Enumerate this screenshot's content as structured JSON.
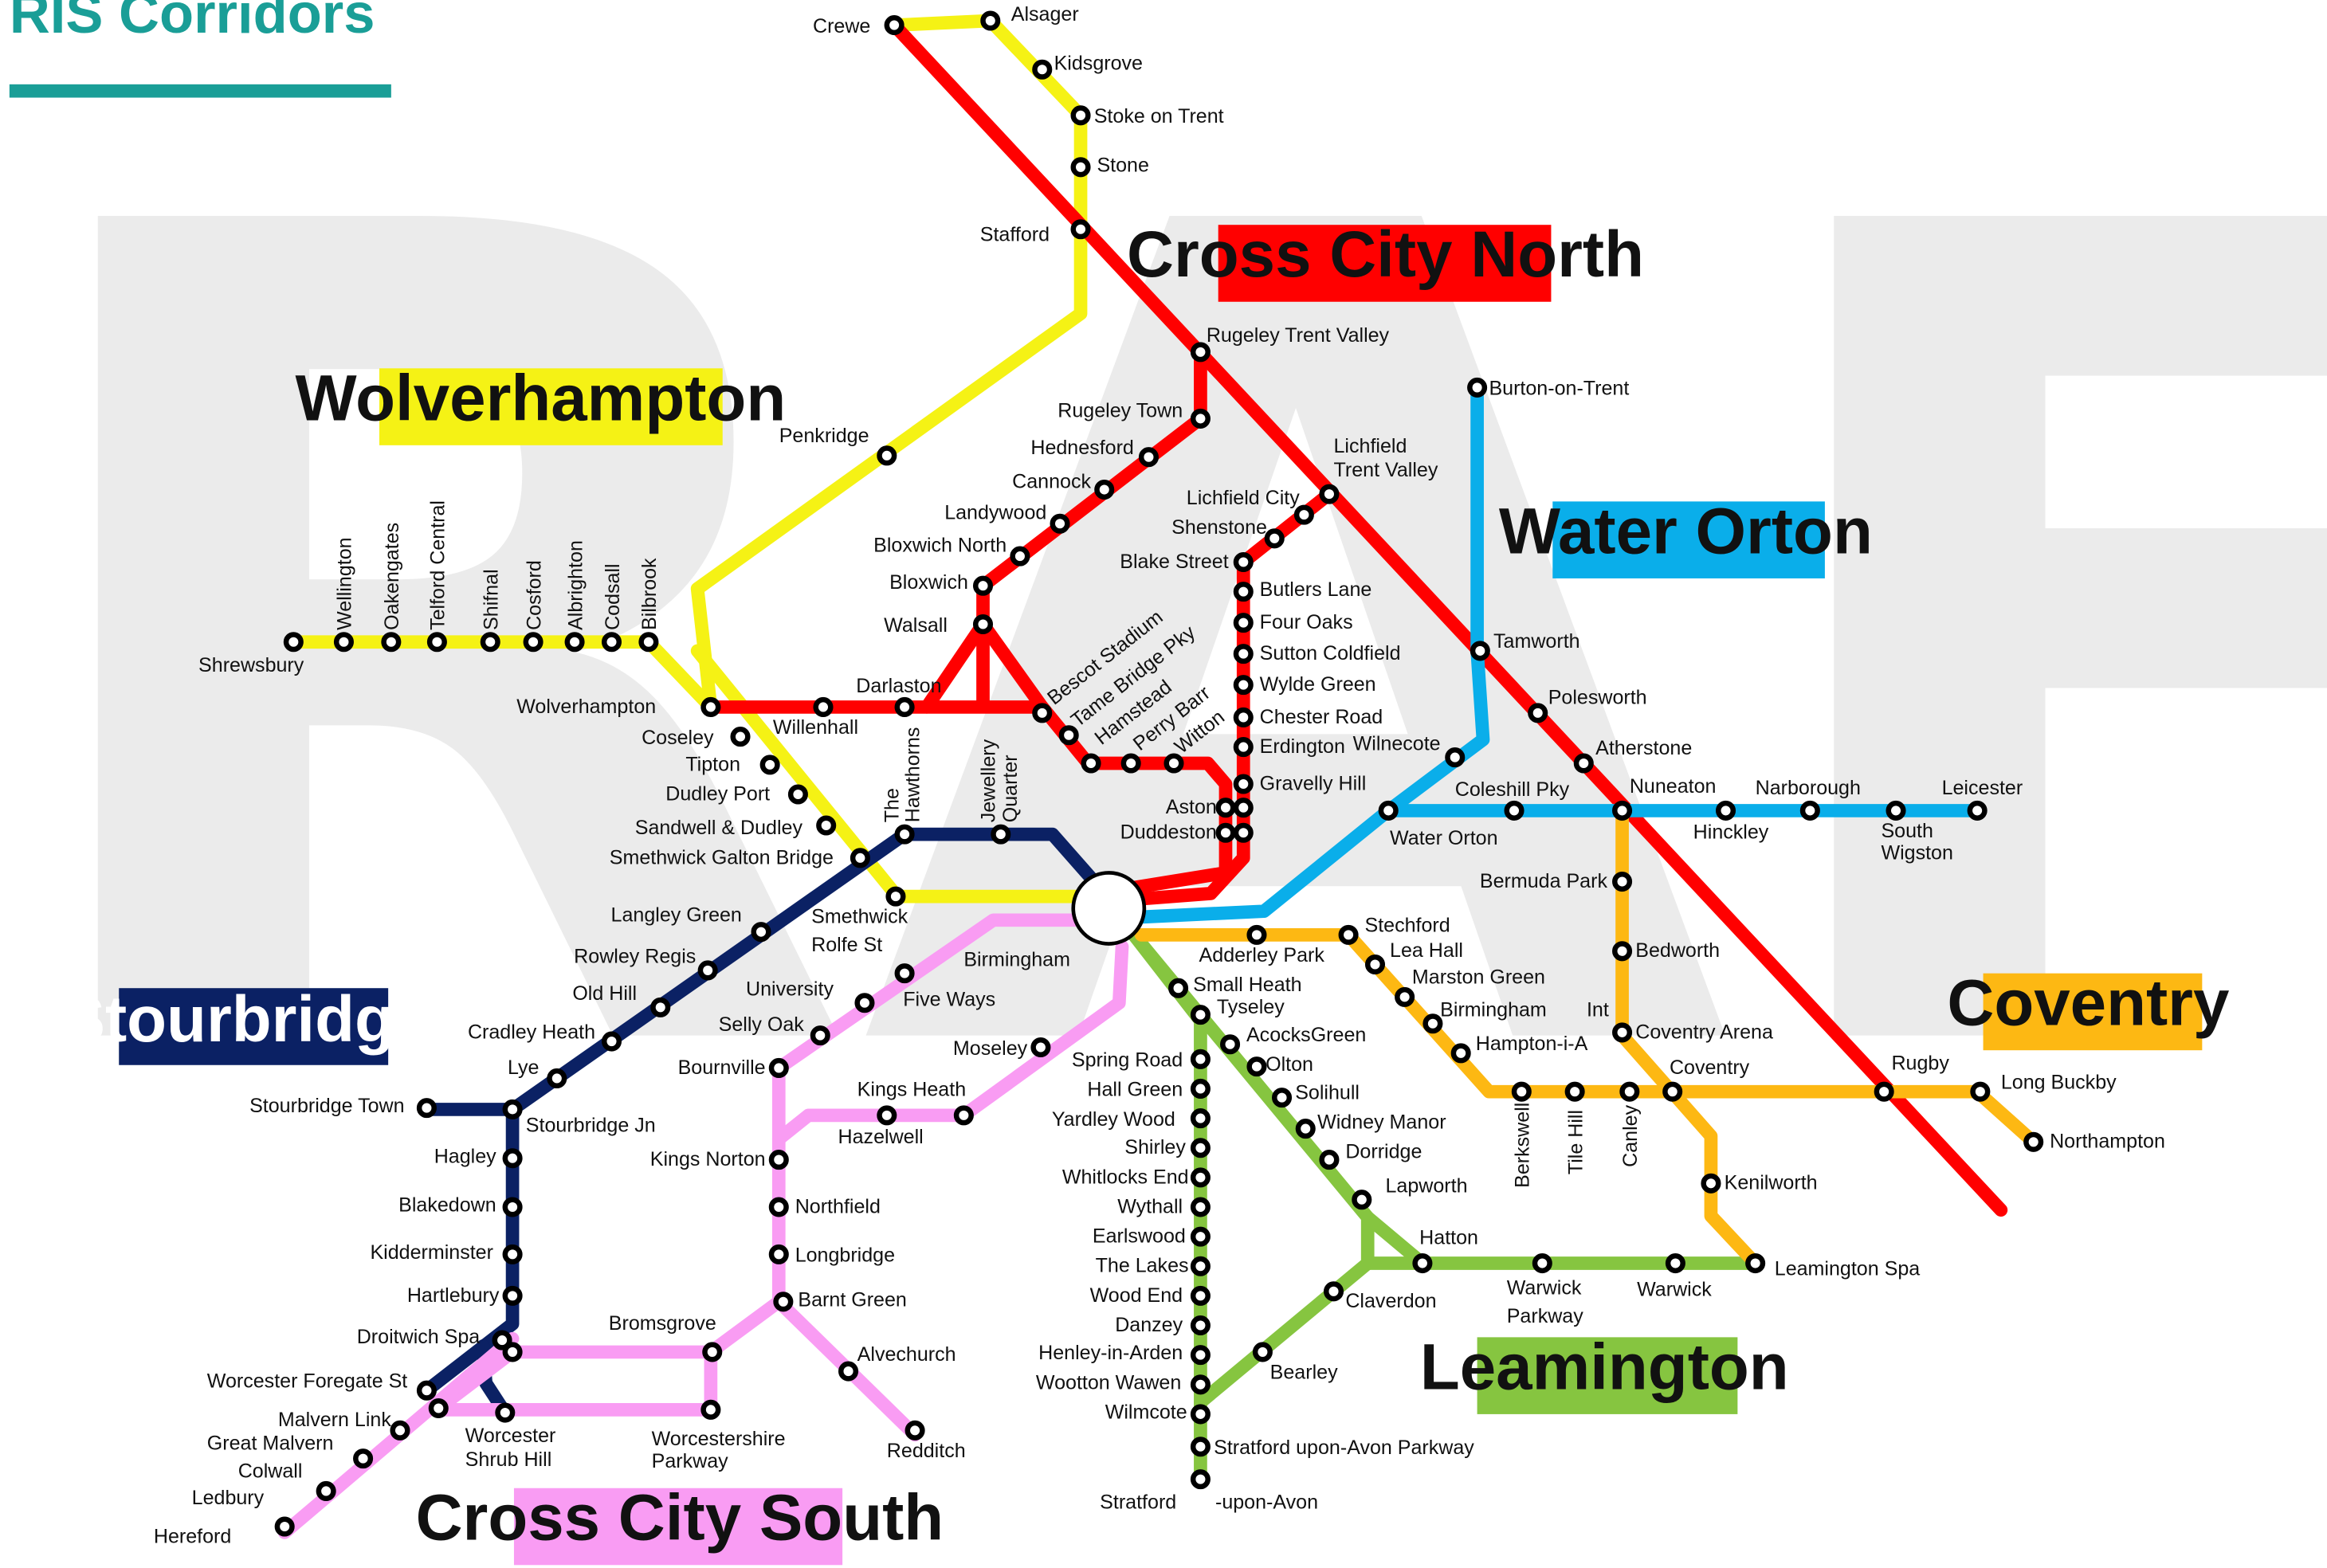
{
  "header": {
    "title": "RIS Corridors"
  },
  "watermark": "DRAFT",
  "colors": {
    "title": "#1a9e97",
    "yellow": "#f5f215",
    "red": "#ff0000",
    "blue": "#0aaeea",
    "navy": "#0b2164",
    "pink": "#f99cf3",
    "green": "#86c540",
    "orange": "#fdb813"
  },
  "corridors": {
    "cross_city_north": "Cross City North",
    "wolverhampton": "Wolverhampton",
    "water_orton": "Water Orton",
    "stourbridge": "Stourbridge",
    "coventry": "Coventry",
    "leamington": "Leamington",
    "cross_city_south": "Cross City South"
  },
  "stations": {
    "crewe": "Crewe",
    "alsager": "Alsager",
    "kidsgrove": "Kidsgrove",
    "stoke": "Stoke on Trent",
    "stone": "Stone",
    "stafford": "Stafford",
    "penkridge": "Penkridge",
    "rugeley_tv": "Rugeley Trent Valley",
    "rugeley_town": "Rugeley Town",
    "hednesford": "Hednesford",
    "cannock": "Cannock",
    "landywood": "Landywood",
    "bloxwich_north": "Bloxwich North",
    "bloxwich": "Bloxwich",
    "walsall": "Walsall",
    "darlaston": "Darlaston",
    "willenhall": "Willenhall",
    "wolverhampton": "Wolverhampton",
    "lichfield_tv1": "Lichfield",
    "lichfield_tv2": "Trent Valley",
    "lichfield_city": "Lichfield City",
    "shenstone": "Shenstone",
    "blake_street": "Blake Street",
    "butlers_lane": "Butlers Lane",
    "four_oaks": "Four Oaks",
    "sutton_coldfield": "Sutton Coldfield",
    "wylde_green": "Wylde  Green",
    "chester_road": "Chester Road",
    "erdington": "Erdington",
    "wilnecote": "Wilnecote",
    "gravelly_hill": "Gravelly Hill",
    "aston": "Aston",
    "duddeston": "Duddeston",
    "bescot": "Bescot Stadium",
    "tame_bridge": "Tame Bridge Pky",
    "hamstead": "Hamstead",
    "perry_barr": "Perry Barr",
    "witton": "Witton",
    "burton": "Burton-on-Trent",
    "tamworth": "Tamworth",
    "polesworth": "Polesworth",
    "atherstone": "Atherstone",
    "nuneaton": "Nuneaton",
    "narborough": "Narborough",
    "leicester": "Leicester",
    "hinckley": "Hinckley",
    "south_wigston1": "South",
    "south_wigston2": "Wigston",
    "coleshill": "Coleshill Pky",
    "water_orton": "Water Orton",
    "bermuda_park": "Bermuda Park",
    "bedworth": "Bedworth",
    "coventry_arena": "Coventry Arena",
    "int": "Int",
    "coventry": "Coventry",
    "rugby": "Rugby",
    "long_buckby": "Long Buckby",
    "northampton": "Northampton",
    "kenilworth": "Kenilworth",
    "leamington_spa": "Leamington Spa",
    "warwick": "Warwick",
    "warwick_parkway1": "Warwick",
    "warwick_parkway2": "Parkway",
    "hatton": "Hatton",
    "lapworth": "Lapworth",
    "dorridge": "Dorridge",
    "widney_manor": "Widney Manor",
    "solihull": "Solihull",
    "olton": "Olton",
    "acocks_green": "AcocksGreen",
    "tyseley": "Tyseley",
    "small_heath": "Small Heath",
    "adderley_park": "Adderley  Park",
    "stechford": "Stechford",
    "lea_hall": "Lea Hall",
    "marston_green": "Marston Green",
    "birmingham_int": "Birmingham",
    "hampton_in_arden": "Hampton-i-A",
    "berkswell": "Berkswell",
    "tile_hill": "Tile Hill",
    "canley": "Canley",
    "claverdon": "Claverdon",
    "bearley": "Bearley",
    "spring_road": "Spring Road",
    "hall_green": "Hall Green",
    "yardley_wood": "Yardley Wood",
    "shirley": "Shirley",
    "whitlocks_end": "Whitlocks End",
    "wythall": "Wythall",
    "earlswood": "Earlswood",
    "the_lakes": "The Lakes",
    "wood_end": "Wood End",
    "danzey": "Danzey",
    "henley": "Henley-in-Arden",
    "wootton_wawen": "Wootton Wawen",
    "wilmcote": "Wilmcote",
    "stratford_parkway": "Stratford  upon-Avon Parkway",
    "stratford1": "Stratford",
    "stratford2": "-upon-Avon",
    "birmingham": "Birmingham",
    "five_ways": "Five Ways",
    "university": "University",
    "selly_oak": "Selly Oak",
    "bournville": "Bournville",
    "kings_norton": "Kings Norton",
    "northfield": "Northfield",
    "longbridge": "Longbridge",
    "barnt_green": "Barnt Green",
    "alvechurch": "Alvechurch",
    "redditch": "Redditch",
    "bromsgrove": "Bromsgrove",
    "worcestershire_parkway1": "Worcestershire",
    "worcestershire_parkway2": "Parkway",
    "kings_heath": "Kings Heath",
    "hazelwell": "Hazelwell",
    "moseley": "Moseley",
    "worcester_shrub_hill1": "Worcester",
    "worcester_shrub_hill2": "Shrub Hill",
    "worcester_foregate": "Worcester Foregate St",
    "droitwich": "Droitwich Spa",
    "malvern_link": "Malvern Link",
    "great_malvern": "Great Malvern",
    "colwall": "Colwall",
    "ledbury": "Ledbury",
    "hereford": "Hereford",
    "hartlebury": "Hartlebury",
    "kidderminster": "Kidderminster",
    "blakedown": "Blakedown",
    "hagley": "Hagley",
    "stourbridge_jn": "Stourbridge Jn",
    "stourbridge_town": "Stourbridge Town",
    "lye": "Lye",
    "cradley_heath": "Cradley  Heath",
    "old_hill": "Old Hill",
    "rowley_regis": "Rowley Regis",
    "langley_green": "Langley Green",
    "smethwick_rolfe1": "Smethwick",
    "smethwick_rolfe2": "Rolfe St",
    "smethwick_galton": "Smethwick Galton Bridge",
    "sandwell_dudley": "Sandwell & Dudley",
    "dudley_port": "Dudley Port",
    "tipton": "Tipton",
    "coseley": "Coseley",
    "hawthorns1": "The",
    "hawthorns2": "Hawthorns",
    "jewellery1": "Jewellery",
    "jewellery2": "Quarter",
    "shrewsbury": "Shrewsbury",
    "wellington": "Wellington",
    "oakengates": "Oakengates",
    "telford": "Telford Central",
    "shifnal": "Shifnal",
    "cosford": "Cosford",
    "albrighton": "Albrighton",
    "codsall": "Codsall",
    "bilbrook": "Bilbrook"
  }
}
